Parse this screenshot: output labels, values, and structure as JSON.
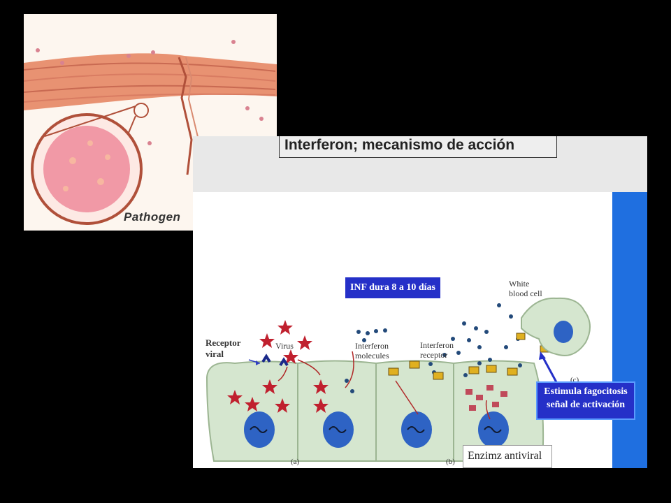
{
  "inset": {
    "caption": "Pathogen",
    "icons": [
      "muscle-fiber-illustration",
      "magnified-cell-illustration"
    ]
  },
  "slide": {
    "title": "Interferon;  mecanismo de acción",
    "colors": {
      "side_bar": "#1f6fe0",
      "label_box": "#2530c8",
      "cell_fill": "#d5e6cf",
      "nucleus": "#2e63c4",
      "virus": "#c0202e",
      "receptor": "#e0b020"
    }
  },
  "figure": {
    "receptor_viral": "Receptor\nviral",
    "virus": "Virus",
    "inf_duration": "INF dura 8 a 10 días",
    "interferon_molecules": "Interferon\nmolecules",
    "interferon_receptor": "Interferon\nreceptor",
    "white_blood_cell": "White\nblood cell",
    "panel_a": "(a)",
    "panel_b": "(b)",
    "panel_c": "(c)",
    "estimula": "Estimula fagocitosis\nseñal de activación",
    "enzima": "Enzimz antiviral"
  }
}
